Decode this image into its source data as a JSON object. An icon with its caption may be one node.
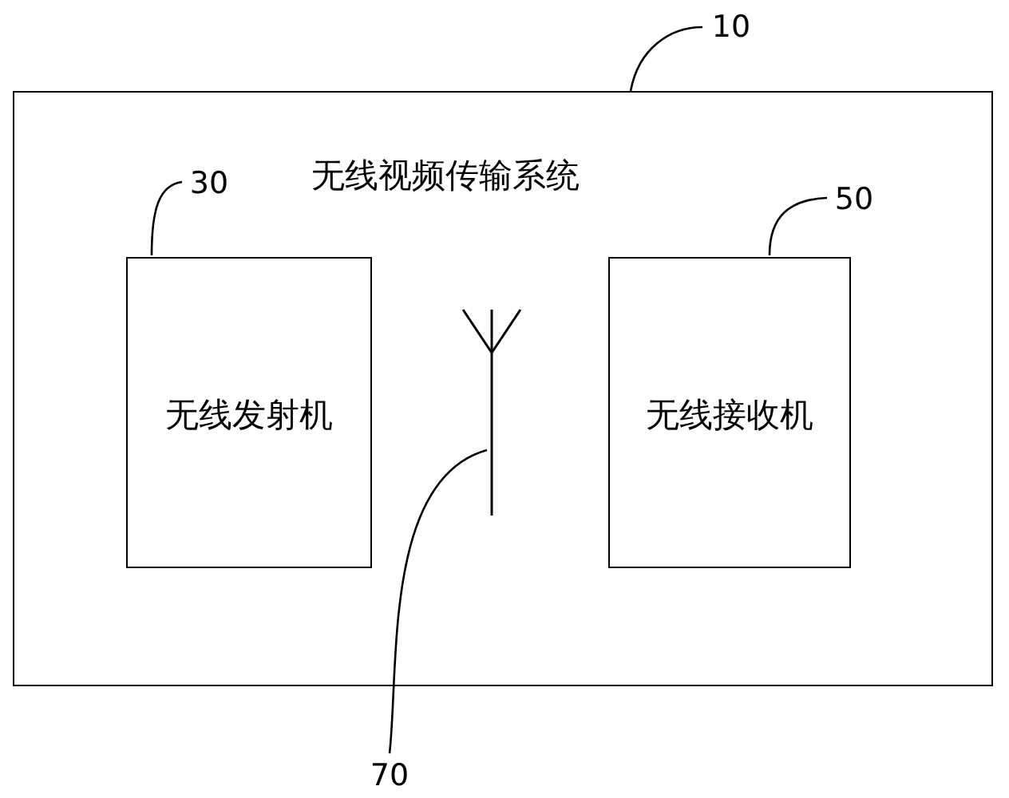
{
  "diagram": {
    "nodes": [
      {
        "text": [
          "无线视频传输系统"
        ]
      },
      {
        "text": [
          "无线发射机"
        ],
        "in": 0
      },
      {
        "text": [
          "无线接收机"
        ],
        "in": 0
      },
      {
        "text": [],
        "shape": "antenna",
        "in": 0
      },
      {
        "text": [
          "10"
        ]
      },
      {
        "text": [
          "30"
        ],
        "in": 0
      },
      {
        "text": [
          "50"
        ],
        "in": 0
      },
      {
        "text": [
          "70"
        ]
      }
    ],
    "edges": [
      {
        "from": 4,
        "to": 0,
        "arrow": "none"
      },
      {
        "from": 5,
        "to": 1,
        "arrow": "none"
      },
      {
        "from": 6,
        "to": 2,
        "arrow": "none"
      },
      {
        "from": 7,
        "to": 3,
        "arrow": "none"
      }
    ]
  }
}
